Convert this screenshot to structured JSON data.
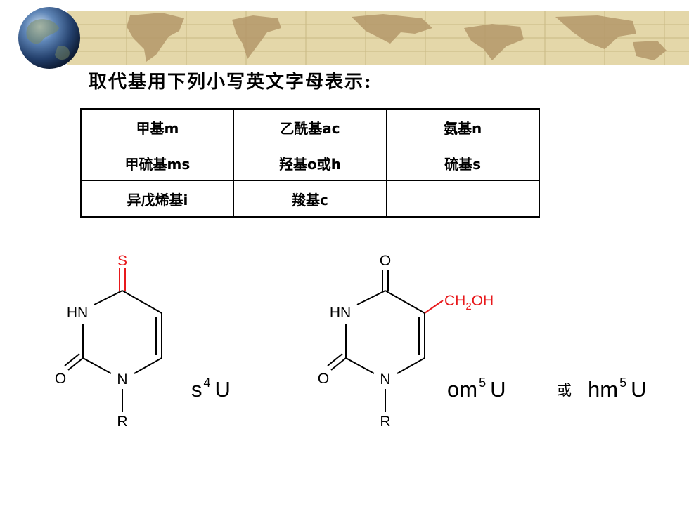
{
  "heading": "取代基用下列小写英文字母表示:",
  "table": {
    "rows": [
      [
        "甲基m",
        "乙酰基ac",
        "氨基n"
      ],
      [
        "甲硫基ms",
        "羟基o或h",
        "硫基s"
      ],
      [
        "异戊烯基i",
        "羧基c",
        ""
      ]
    ]
  },
  "structure1": {
    "atoms": {
      "substituent": "S",
      "hn": "HN",
      "o": "O",
      "n": "N",
      "r": "R"
    },
    "label": {
      "base": "s",
      "sup": "4",
      "nucleoside": "U"
    }
  },
  "structure2": {
    "atoms": {
      "carbonyl_o": "O",
      "substituent_pre": "CH",
      "substituent_sub": "2",
      "substituent_post": "OH",
      "hn": "HN",
      "o": "O",
      "n": "N",
      "r": "R"
    },
    "label1": {
      "base": "om",
      "sup": "5",
      "nucleoside": "U"
    },
    "or": "或",
    "label2": {
      "base": "hm",
      "sup": "5",
      "nucleoside": "U"
    }
  },
  "colors": {
    "substituent": "#e8191c",
    "banner": "#e4d7a9",
    "banner_line": "#c9b884",
    "map": "#b4986a"
  }
}
